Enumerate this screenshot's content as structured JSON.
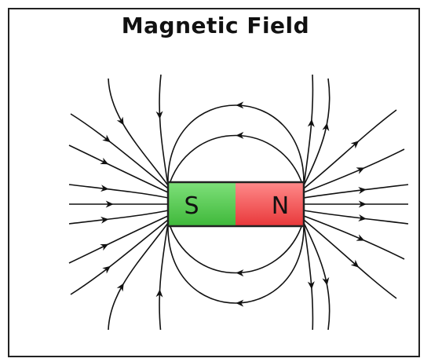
{
  "title": "Magnetic Field",
  "magnet": {
    "south_label": "S",
    "north_label": "N",
    "south_color": "#3fb83a",
    "south_color_light": "#7ee07a",
    "north_color": "#e8383a",
    "north_color_light": "#ff8a8a",
    "outline_color": "#222222"
  },
  "field_lines": {
    "color": "#111111",
    "arrow_direction": "north-to-south"
  },
  "icons": {
    "arrowhead": "arrowhead-icon"
  }
}
